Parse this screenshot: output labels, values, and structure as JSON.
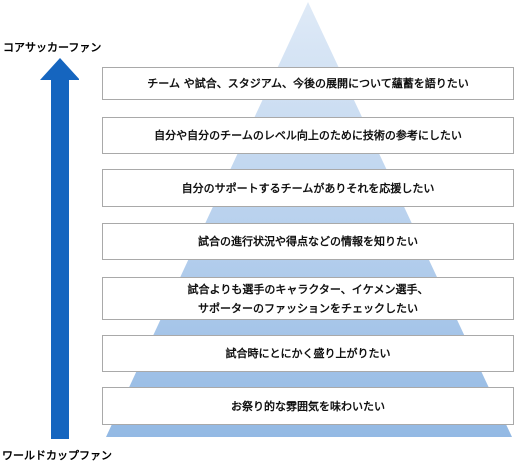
{
  "axis": {
    "top_label": "コアサッカーファン",
    "bottom_label": "ワールドカップファン"
  },
  "colors": {
    "pyramid_top": "#dfeaf7",
    "pyramid_bottom": "#93b9e4",
    "arrow": "#1565bf",
    "box_border": "#a9a9a9"
  },
  "levels": [
    {
      "lines": [
        "チーム や試合、スタジアム、今後の展開について蘊蓄を語りたい"
      ]
    },
    {
      "lines": [
        "自分や自分のチームのレベル向上のために技術の参考にしたい"
      ]
    },
    {
      "lines": [
        "自分のサポートするチームがありそれを応援したい"
      ]
    },
    {
      "lines": [
        "試合の進行状況や得点などの情報を知りたい"
      ]
    },
    {
      "lines": [
        "試合よりも選手のキャラクター、イケメン選手、",
        "サポーターのファッションをチェックしたい"
      ]
    },
    {
      "lines": [
        "試合時にとにかく盛り上がりたい"
      ]
    },
    {
      "lines": [
        "お祭り的な雰囲気を味わいたい"
      ]
    }
  ]
}
